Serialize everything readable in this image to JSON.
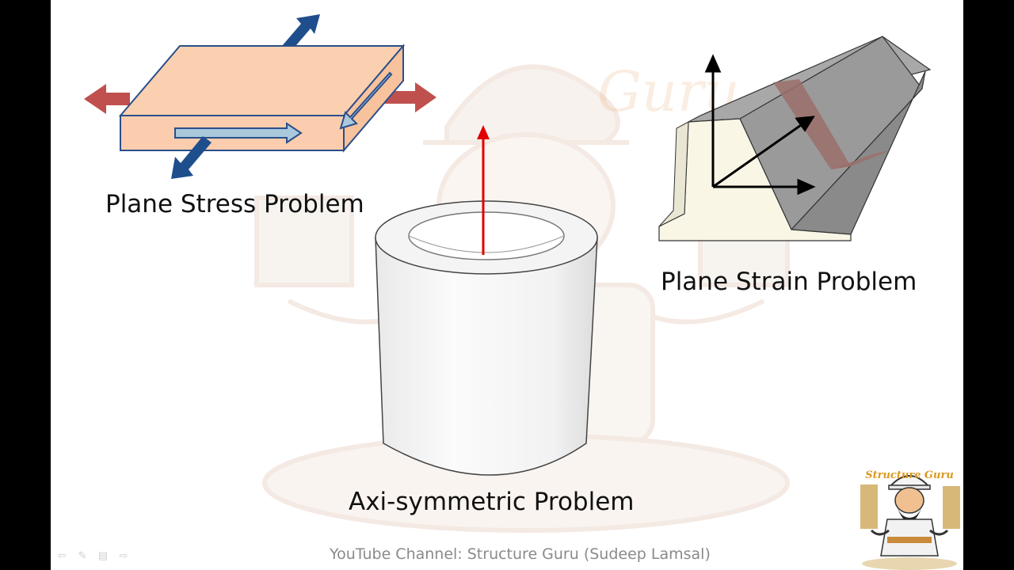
{
  "slide": {
    "labels": {
      "plane_stress": "Plane Stress Problem",
      "plane_strain": "Plane Strain Problem",
      "axisymmetric": "Axi-symmetric Problem"
    },
    "footer": "YouTube Channel: Structure Guru (Sudeep Lamsal)",
    "logo_text": "Structure Guru",
    "nav_icons": [
      "prev-arrow-icon",
      "pen-icon",
      "slides-menu-icon",
      "next-arrow-icon"
    ],
    "colors": {
      "background": "#ffffff",
      "plate_fill": "#fbd0b0",
      "plate_edge": "#2a4f8a",
      "arrow_red": "#c0504d",
      "arrow_blue": "#1f4e8c",
      "vertical_arrow": "#e00000",
      "beam_gray": "#8a8a8a"
    }
  }
}
